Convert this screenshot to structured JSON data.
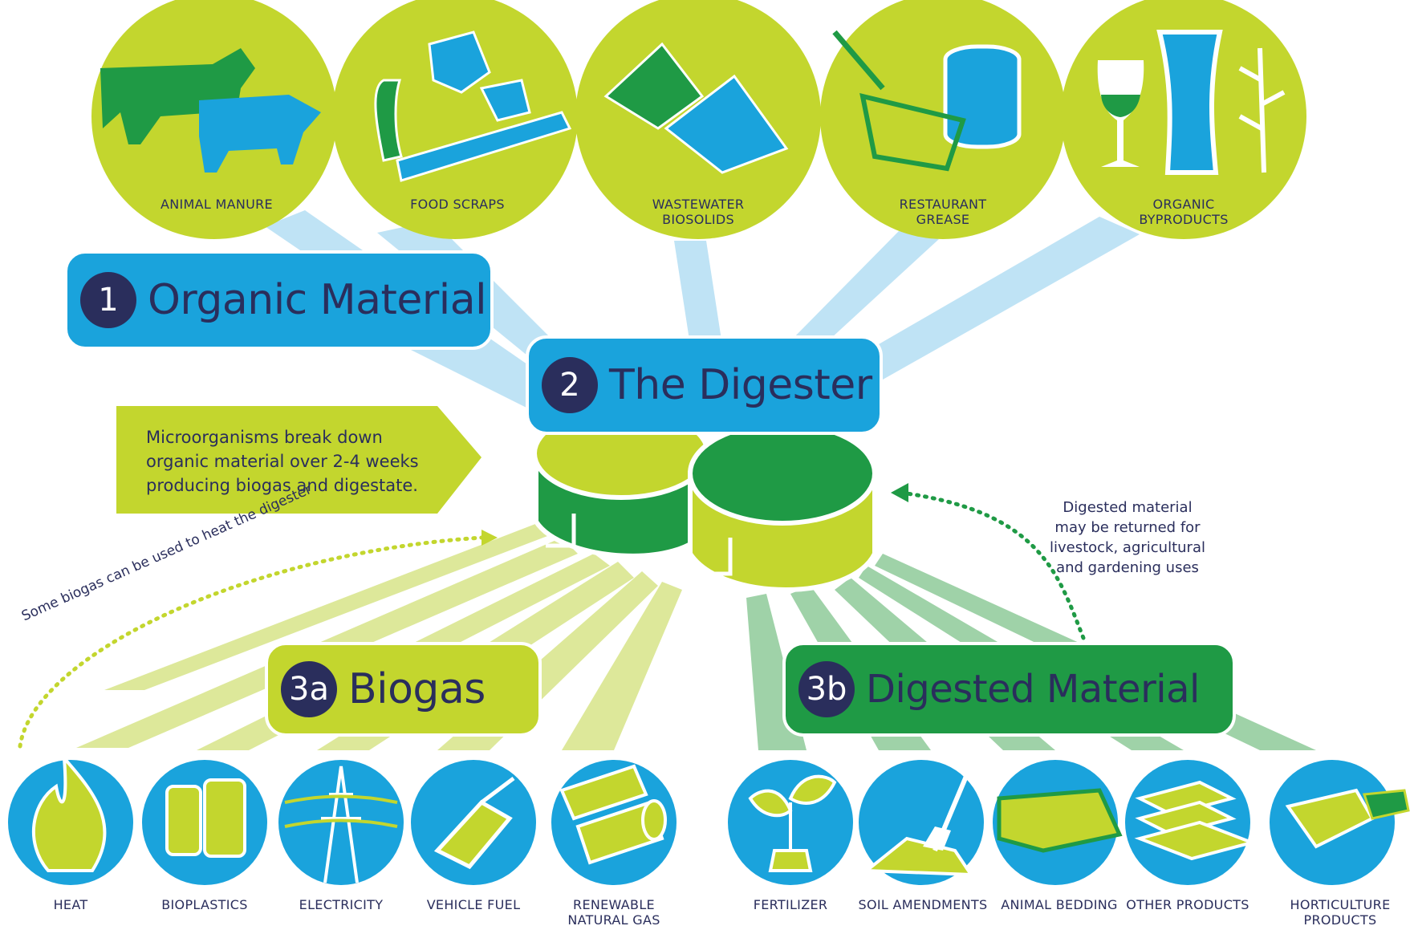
{
  "inputs": {
    "items": [
      {
        "label": "ANIMAL MANURE",
        "icon": "cow-pig-icon"
      },
      {
        "label": "FOOD SCRAPS",
        "icon": "food-scraps-icon"
      },
      {
        "label": "WASTEWATER\nBIOSOLIDS",
        "icon": "biosolids-piles-icon"
      },
      {
        "label": "RESTAURANT\nGREASE",
        "icon": "fryer-basket-grease-icon"
      },
      {
        "label": "ORGANIC\nBYPRODUCTS",
        "icon": "wine-beer-plant-icon"
      }
    ]
  },
  "steps": {
    "organic_material": {
      "number": "1",
      "title": "Organic Material"
    },
    "digester": {
      "number": "2",
      "title": "The Digester"
    },
    "biogas": {
      "number": "3a",
      "title": "Biogas"
    },
    "digested_material": {
      "number": "3b",
      "title": "Digested Material"
    }
  },
  "digester_description": "Microorganisms break down\norganic material over 2-4 weeks\nproducing biogas and digestate.",
  "notes": {
    "biogas_heat": "Some biogas can be used to heat the digester",
    "digested_return": "Digested material\nmay be returned for\nlivestock, agricultural\nand gardening uses"
  },
  "biogas_outputs": [
    {
      "label": "HEAT",
      "icon": "flame-icon"
    },
    {
      "label": "BIOPLASTICS",
      "icon": "bottles-icon"
    },
    {
      "label": "ELECTRICITY",
      "icon": "power-tower-icon"
    },
    {
      "label": "VEHICLE FUEL",
      "icon": "fuel-nozzle-icon"
    },
    {
      "label": "RENEWABLE\nNATURAL GAS",
      "icon": "pipes-icon"
    }
  ],
  "digestate_outputs": [
    {
      "label": "FERTILIZER",
      "icon": "sprout-icon"
    },
    {
      "label": "SOIL AMENDMENTS",
      "icon": "shovel-soil-icon"
    },
    {
      "label": "ANIMAL BEDDING",
      "icon": "bedding-icon"
    },
    {
      "label": "OTHER PRODUCTS",
      "icon": "bricks-icon"
    },
    {
      "label": "HORTICULTURE\nPRODUCTS",
      "icon": "planter-icon"
    }
  ],
  "colors": {
    "lime": "#c3d62e",
    "green": "#1f9a45",
    "blue": "#1aa3dc",
    "light_blue": "#bfe3f5",
    "light_lime": "#dde89a",
    "light_green": "#9fd2a8",
    "navy": "#2a2e5c"
  }
}
